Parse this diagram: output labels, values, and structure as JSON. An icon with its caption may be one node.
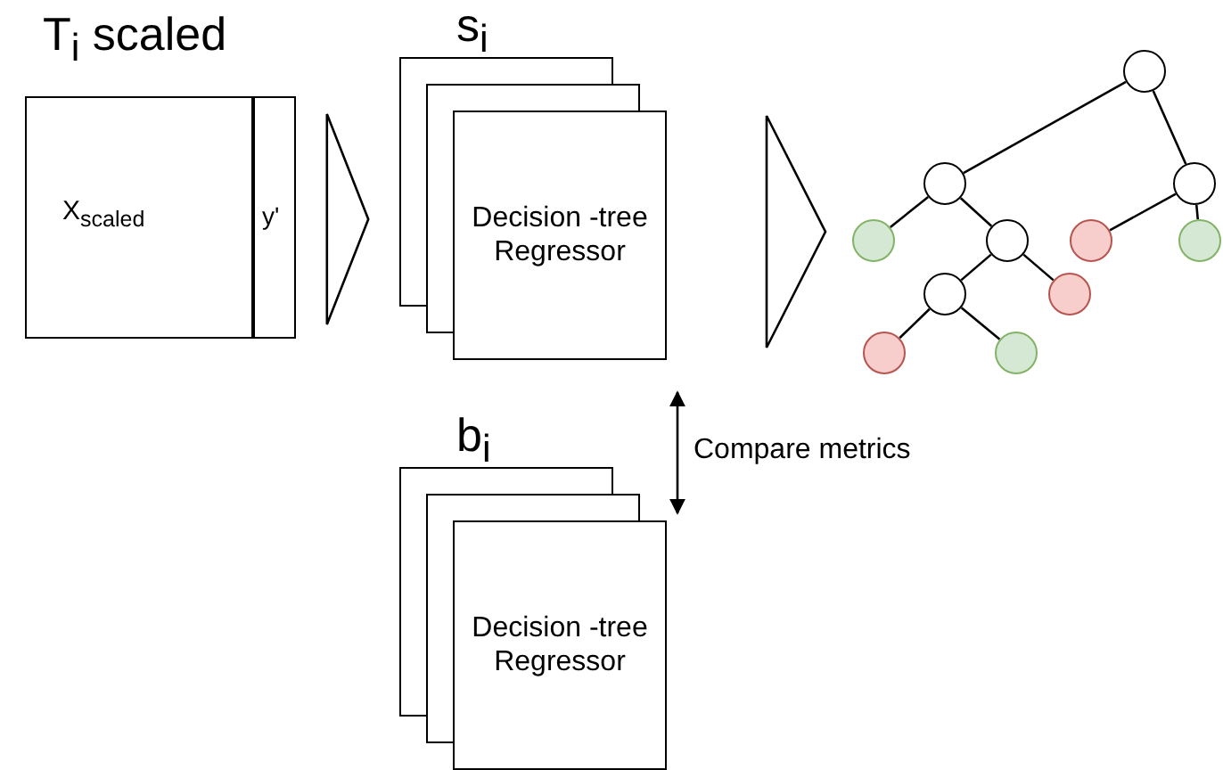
{
  "diagram": {
    "nodes": [
      {
        "text": [
          "T$_{i}$ scaled",
          "X$_{scaled}$",
          "y'"
        ]
      },
      {
        "text": [
          "s$_{i}$",
          "Decision -tree Regressor"
        ]
      },
      {
        "text": [
          "b$_{i}$",
          "Decision -tree Regressor"
        ]
      },
      {
        "text": [],
        "shape": "circle"
      },
      {
        "text": [],
        "shape": "circle"
      },
      {
        "text": [],
        "shape": "circle"
      },
      {
        "text": [],
        "shape": "circle"
      },
      {
        "text": [],
        "shape": "circle"
      },
      {
        "text": [],
        "shape": "circle"
      },
      {
        "text": [],
        "shape": "circle"
      },
      {
        "text": [],
        "shape": "circle"
      },
      {
        "text": [],
        "shape": "circle"
      },
      {
        "text": [],
        "shape": "circle"
      },
      {
        "text": [],
        "shape": "circle"
      }
    ],
    "edges": [
      {
        "from": 0,
        "to": 1,
        "arrow": "to"
      },
      {
        "from": 1,
        "to": 4,
        "arrow": "to"
      },
      {
        "from": 1,
        "to": 2,
        "arrow": "both",
        "label": "Compare metrics"
      },
      {
        "from": 3,
        "to": 4,
        "arrow": "none"
      },
      {
        "from": 3,
        "to": 5,
        "arrow": "none"
      },
      {
        "from": 4,
        "to": 6,
        "arrow": "none"
      },
      {
        "from": 4,
        "to": 7,
        "arrow": "none"
      },
      {
        "from": 5,
        "to": 8,
        "arrow": "none"
      },
      {
        "from": 5,
        "to": 9,
        "arrow": "none"
      },
      {
        "from": 7,
        "to": 10,
        "arrow": "none"
      },
      {
        "from": 7,
        "to": 11,
        "arrow": "none"
      },
      {
        "from": 10,
        "to": 12,
        "arrow": "none"
      },
      {
        "from": 10,
        "to": 13,
        "arrow": "none"
      }
    ]
  }
}
